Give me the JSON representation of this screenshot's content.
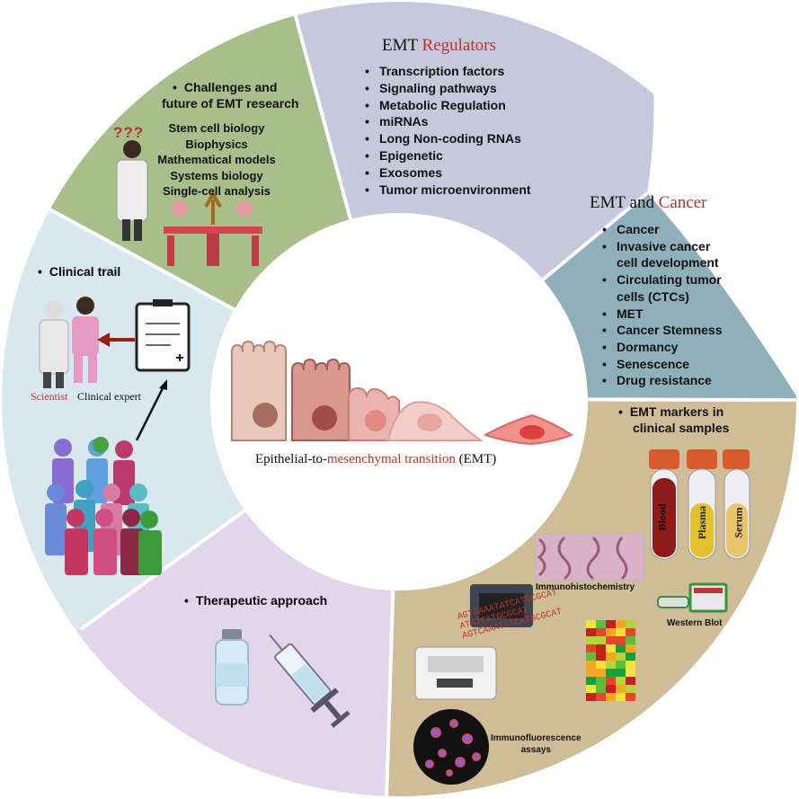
{
  "center": {
    "label_pre": "Epithelial-to-",
    "label_red": "mesenchymal transition",
    "label_post": " (EMT)"
  },
  "regulators": {
    "title_a": "EMT ",
    "title_b": "Regulators",
    "items": [
      "Transcription factors",
      "Signaling pathways",
      "Metabolic Regulation",
      "miRNAs",
      "Long Non-coding RNAs",
      "Epigenetic",
      "Exosomes",
      "Tumor microenvironment"
    ]
  },
  "cancer": {
    "title_a": "EMT and ",
    "title_b": "Cancer",
    "items": [
      "Cancer",
      "Invasive cancer\ncell development",
      "Circulating tumor\ncells (CTCs)",
      "MET",
      "Cancer Stemness",
      "Dormancy",
      "Senescence",
      "Drug resistance"
    ]
  },
  "markers": {
    "heading_line1": "EMT markers in",
    "heading_line2": "clinical samples",
    "tube_blood": "Blood",
    "tube_plasma": "Plasma",
    "tube_serum": "Serum",
    "ihc": "Immunohistochemistry",
    "western": "Western Blot",
    "if_line1": "Immunofluorescence",
    "if_line2": "assays",
    "seq_lines": [
      "AGTCAAATATCATGCGCAT",
      "ATATCATGCGCAT",
      "AGTCAAATATCATGCGCAT"
    ]
  },
  "therapeutic": {
    "heading": "Therapeutic approach"
  },
  "clinical": {
    "heading": "Clinical trail",
    "scientist": "Scientist",
    "expert": "Clinical expert"
  },
  "challenges": {
    "heading_line1": "Challenges and",
    "heading_line2": "future of EMT research",
    "items": [
      "Stem cell biology",
      "Biophysics",
      "Mathematical models",
      "Systems biology",
      "Single-cell analysis"
    ],
    "question_marks": "???"
  },
  "colors": {
    "regulators": "#c6c8dc",
    "cancer": "#8fb0ba",
    "markers": "#cebd96",
    "therapeutic": "#e2d5ec",
    "clinical": "#d8e8ee",
    "challenges": "#a8bf8c",
    "accent_red": "#c0302b"
  }
}
